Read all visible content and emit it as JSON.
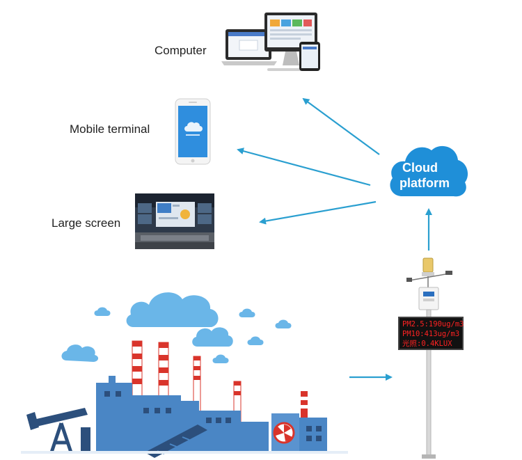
{
  "devices": {
    "computer_label": "Computer",
    "mobile_label": "Mobile terminal",
    "large_screen_label": "Large screen"
  },
  "cloud": {
    "line1": "Cloud",
    "line2": "platform",
    "color": "#1f8fd8"
  },
  "monitor": {
    "display_lines": [
      "PM2.5:190ug/m3",
      "PM10:413ug/m3",
      "光照:0.4KLUX"
    ],
    "led_color": "#ff2222"
  },
  "colors": {
    "arrow": "#2a9fd0",
    "factory_blue": "#4a86c5",
    "cloud_light": "#6ab6e8",
    "chimney_red": "#d9342b"
  }
}
